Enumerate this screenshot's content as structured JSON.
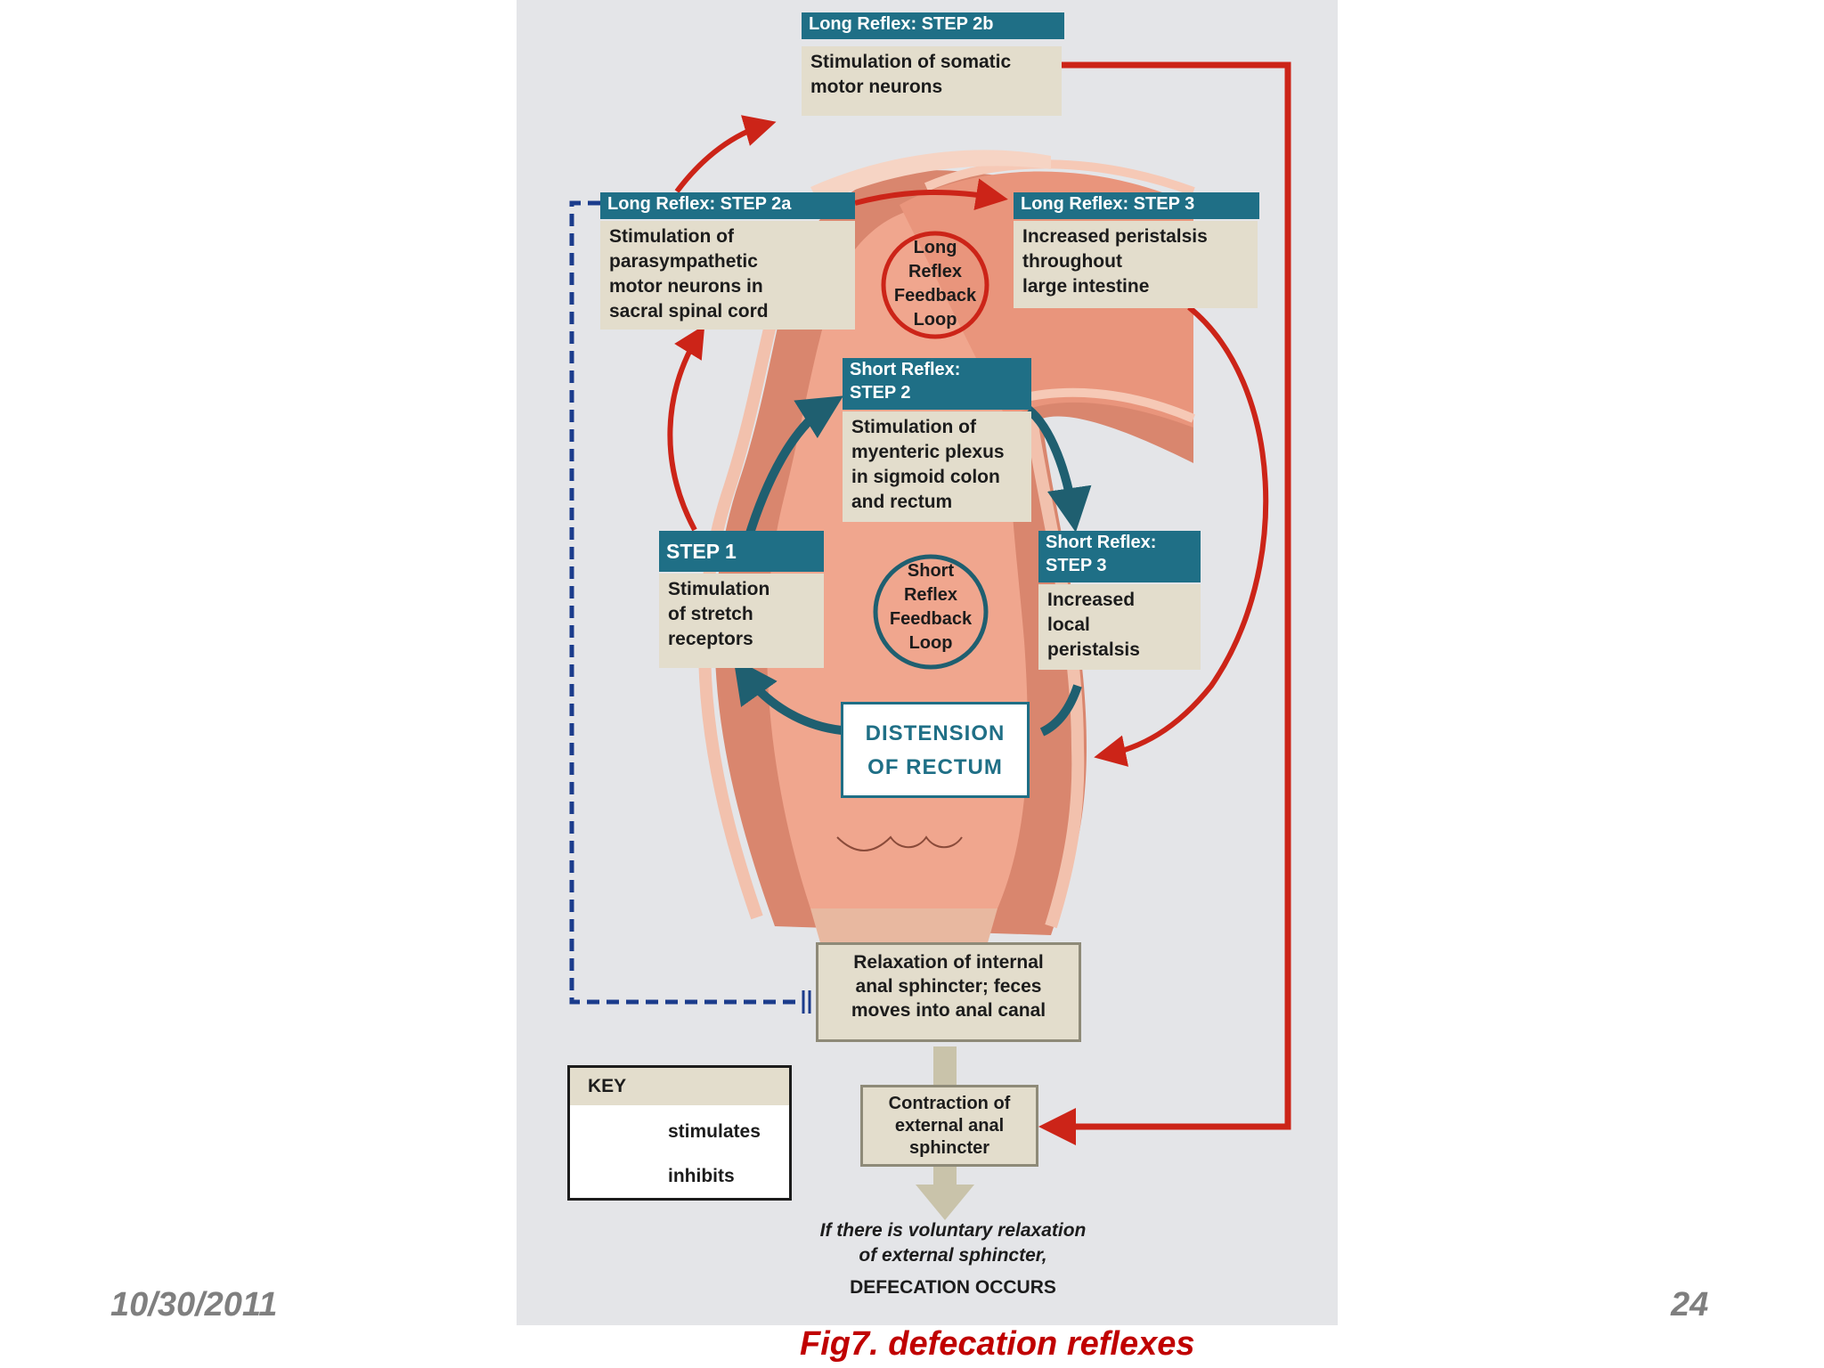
{
  "figure": {
    "long_step_2b": {
      "header": "Long Reflex: STEP 2b",
      "body": "Stimulation of somatic\nmotor neurons"
    },
    "long_step_2a": {
      "header": "Long Reflex: STEP 2a",
      "body": "Stimulation of\nparasympathetic\nmotor neurons in\nsacral spinal cord"
    },
    "long_step_3": {
      "header": "Long Reflex: STEP 3",
      "body": "Increased peristalsis\nthroughout\nlarge intestine"
    },
    "long_loop": "Long\nReflex\nFeedback\nLoop",
    "short_step_2": {
      "header": "Short Reflex:\nSTEP 2",
      "body": "Stimulation of\nmyenteric plexus\nin sigmoid colon\nand rectum"
    },
    "step_1": {
      "header": "STEP 1",
      "body": "Stimulation\nof stretch\nreceptors"
    },
    "short_step_3": {
      "header": "Short Reflex:\nSTEP 3",
      "body": "Increased\nlocal\nperistalsis"
    },
    "short_loop": "Short\nReflex\nFeedback\nLoop",
    "distension": "DISTENSION\nOF RECTUM",
    "relaxation": "Relaxation of internal\nanal sphincter; feces\nmoves into anal canal",
    "contraction": "Contraction of\nexternal anal\nsphincter",
    "voluntary": "If there is voluntary relaxation\nof external sphincter,",
    "defecation": "DEFECATION OCCURS",
    "key": {
      "title": "KEY",
      "stimulates": "stimulates",
      "inhibits": "inhibits"
    },
    "colors": {
      "stimulate_red": "#cc2418",
      "stimulate_blue": "#1b3c8c",
      "inhibit_blue": "#1b3c8c",
      "loop_teal": "#1f5f70",
      "header_teal": "#1f6f86"
    }
  },
  "footer": {
    "date": "10/30/2011",
    "page_number": "24",
    "caption": "Fig7. defecation reflexes"
  }
}
